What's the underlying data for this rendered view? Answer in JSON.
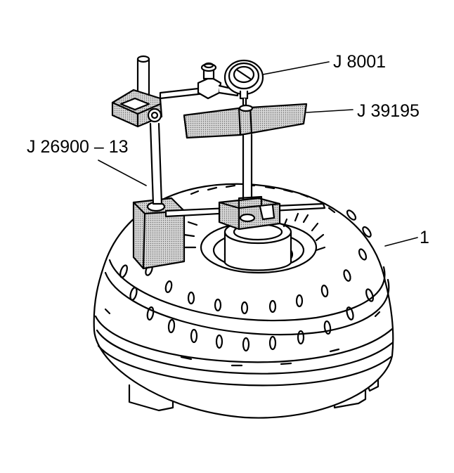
{
  "callouts": {
    "dial_indicator": "J 8001",
    "indicator_bridge": "J 39195",
    "magnetic_base": "J 26900 – 13",
    "torque_converter": "1"
  },
  "colors": {
    "line": "#000000",
    "tool_shade": "#c8c8c8",
    "background": "#ffffff"
  }
}
